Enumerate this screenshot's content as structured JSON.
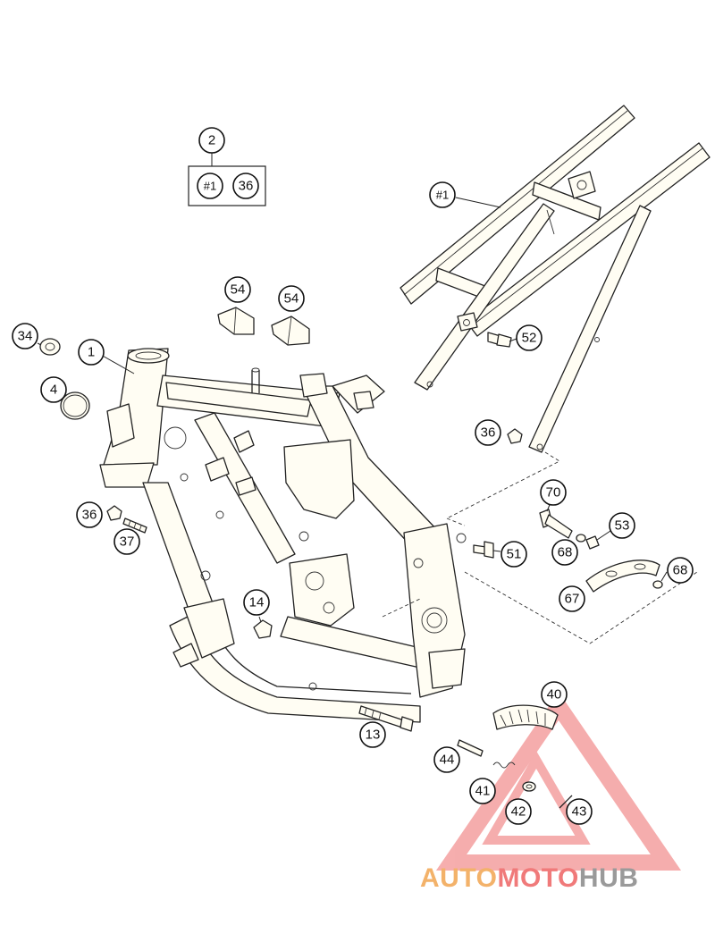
{
  "diagram": {
    "callouts": [
      {
        "id": "c-2",
        "label": "2"
      },
      {
        "id": "c-kit-1",
        "label": "#1"
      },
      {
        "id": "c-kit-36",
        "label": "36"
      },
      {
        "id": "c-sub-1",
        "label": "#1"
      },
      {
        "id": "c-54a",
        "label": "54"
      },
      {
        "id": "c-54b",
        "label": "54"
      },
      {
        "id": "c-34",
        "label": "34"
      },
      {
        "id": "c-1",
        "label": "1"
      },
      {
        "id": "c-4",
        "label": "4"
      },
      {
        "id": "c-52",
        "label": "52"
      },
      {
        "id": "c-36b",
        "label": "36"
      },
      {
        "id": "c-70",
        "label": "70"
      },
      {
        "id": "c-53",
        "label": "53"
      },
      {
        "id": "c-68a",
        "label": "68"
      },
      {
        "id": "c-51",
        "label": "51"
      },
      {
        "id": "c-68b",
        "label": "68"
      },
      {
        "id": "c-67",
        "label": "67"
      },
      {
        "id": "c-36c",
        "label": "36"
      },
      {
        "id": "c-37",
        "label": "37"
      },
      {
        "id": "c-14",
        "label": "14"
      },
      {
        "id": "c-40",
        "label": "40"
      },
      {
        "id": "c-13",
        "label": "13"
      },
      {
        "id": "c-44",
        "label": "44"
      },
      {
        "id": "c-41",
        "label": "41"
      },
      {
        "id": "c-42",
        "label": "42"
      },
      {
        "id": "c-43",
        "label": "43"
      }
    ]
  },
  "watermark": {
    "part1": "AUTO",
    "part2": "MOTO",
    "part3": "HUB",
    "color1": "#f3b26a",
    "color2": "#f07a7a",
    "color3": "#9a9a9a",
    "triangle_color": "#ee6b6b"
  }
}
